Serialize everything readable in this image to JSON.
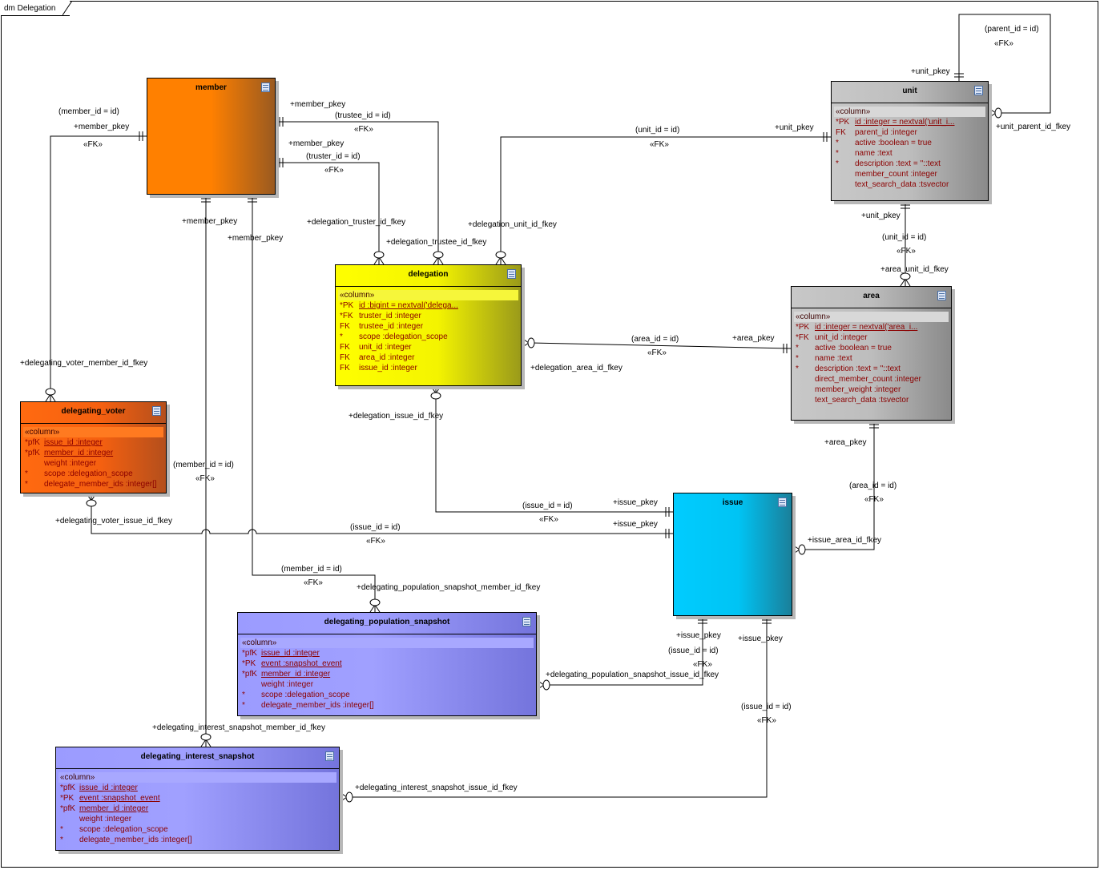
{
  "diagram": {
    "title": "dm Delegation",
    "stereotype_label": "«column»"
  },
  "colors": {
    "member": "#ff8000",
    "delegation": "#ffff00",
    "unit_area": "#c0c0c0",
    "delegating_voter": "#ff6a10",
    "issue": "#00ccff",
    "snapshot": "#9a9aff",
    "column_text": "#8b0000"
  },
  "entities": {
    "member": {
      "name": "member",
      "columns": []
    },
    "unit": {
      "name": "unit",
      "columns": [
        {
          "key": "*PK",
          "text": "id  :integer = nextval('unit_i...",
          "underline": true
        },
        {
          "key": " FK",
          "text": "parent_id  :integer",
          "underline": false
        },
        {
          "key": "*",
          "text": "active  :boolean = true",
          "underline": false
        },
        {
          "key": "*",
          "text": "name  :text",
          "underline": false
        },
        {
          "key": "*",
          "text": "description  :text = ''::text",
          "underline": false
        },
        {
          "key": "",
          "text": "member_count  :integer",
          "underline": false
        },
        {
          "key": "",
          "text": "text_search_data  :tsvector",
          "underline": false
        }
      ]
    },
    "delegation": {
      "name": "delegation",
      "columns": [
        {
          "key": "*PK",
          "text": "id  :bigint = nextval('delega...",
          "underline": true
        },
        {
          "key": "*FK",
          "text": "truster_id  :integer",
          "underline": false
        },
        {
          "key": " FK",
          "text": "trustee_id  :integer",
          "underline": false
        },
        {
          "key": "*",
          "text": "scope  :delegation_scope",
          "underline": false
        },
        {
          "key": " FK",
          "text": "unit_id  :integer",
          "underline": false
        },
        {
          "key": " FK",
          "text": "area_id  :integer",
          "underline": false
        },
        {
          "key": " FK",
          "text": "issue_id  :integer",
          "underline": false
        }
      ]
    },
    "area": {
      "name": "area",
      "columns": [
        {
          "key": "*PK",
          "text": "id  :integer = nextval('area_i...",
          "underline": true
        },
        {
          "key": "*FK",
          "text": "unit_id  :integer",
          "underline": false
        },
        {
          "key": "*",
          "text": "active  :boolean = true",
          "underline": false
        },
        {
          "key": "*",
          "text": "name  :text",
          "underline": false
        },
        {
          "key": "*",
          "text": "description  :text = ''::text",
          "underline": false
        },
        {
          "key": "",
          "text": "direct_member_count  :integer",
          "underline": false
        },
        {
          "key": "",
          "text": "member_weight  :integer",
          "underline": false
        },
        {
          "key": "",
          "text": "text_search_data  :tsvector",
          "underline": false
        }
      ]
    },
    "delegating_voter": {
      "name": "delegating_voter",
      "columns": [
        {
          "key": "*pfK",
          "text": "issue_id  :integer",
          "underline": true
        },
        {
          "key": "*pfK",
          "text": "member_id  :integer",
          "underline": true
        },
        {
          "key": "",
          "text": "weight  :integer",
          "underline": false
        },
        {
          "key": "*",
          "text": "scope  :delegation_scope",
          "underline": false
        },
        {
          "key": "*",
          "text": "delegate_member_ids  :integer[]",
          "underline": false
        }
      ]
    },
    "issue": {
      "name": "issue",
      "columns": []
    },
    "delegating_population_snapshot": {
      "name": "delegating_population_snapshot",
      "columns": [
        {
          "key": "*pfK",
          "text": "issue_id  :integer",
          "underline": true
        },
        {
          "key": "*PK",
          "text": "event  :snapshot_event",
          "underline": true
        },
        {
          "key": "*pfK",
          "text": "member_id  :integer",
          "underline": true
        },
        {
          "key": "",
          "text": "weight  :integer",
          "underline": false
        },
        {
          "key": "*",
          "text": "scope  :delegation_scope",
          "underline": false
        },
        {
          "key": "*",
          "text": "delegate_member_ids  :integer[]",
          "underline": false
        }
      ]
    },
    "delegating_interest_snapshot": {
      "name": "delegating_interest_snapshot",
      "columns": [
        {
          "key": "*pfK",
          "text": "issue_id  :integer",
          "underline": true
        },
        {
          "key": "*PK",
          "text": "event  :snapshot_event",
          "underline": true
        },
        {
          "key": "*pfK",
          "text": "member_id  :integer",
          "underline": true
        },
        {
          "key": "",
          "text": "weight  :integer",
          "underline": false
        },
        {
          "key": "*",
          "text": "scope  :delegation_scope",
          "underline": false
        },
        {
          "key": "*",
          "text": "delegate_member_ids  :integer[]",
          "underline": false
        }
      ]
    }
  },
  "labels": {
    "fk": "«FK»",
    "unit_self_cond": "(parent_id = id)",
    "unit_self_pkey": "+unit_pkey",
    "unit_self_fkey": "+unit_parent_id_fkey",
    "trustee_pkey": "+member_pkey",
    "trustee_cond": "(trustee_id = id)",
    "trustee_fkey": "+delegation_trustee_id_fkey",
    "truster_pkey": "+member_pkey",
    "truster_cond": "(truster_id = id)",
    "truster_fkey": "+delegation_truster_id_fkey",
    "dv_member_cond": "(member_id = id)",
    "dv_member_pkey": "+member_pkey",
    "dv_member_fkey": "+delegating_voter_member_id_fkey",
    "dunit_cond": "(unit_id = id)",
    "dunit_pkey": "+unit_pkey",
    "dunit_fkey": "+delegation_unit_id_fkey",
    "area_unit_pkey": "+unit_pkey",
    "area_unit_cond": "(unit_id = id)",
    "area_unit_fkey": "+area_unit_id_fkey",
    "darea_cond": "(area_id = id)",
    "darea_pkey": "+area_pkey",
    "darea_fkey": "+delegation_area_id_fkey",
    "dissue_fkey": "+delegation_issue_id_fkey",
    "dissue_cond": "(issue_id = id)",
    "dissue_pkey": "+issue_pkey",
    "dvissue_fkey": "+delegating_voter_issue_id_fkey",
    "dvissue_cond": "(issue_id = id)",
    "dvissue_pkey": "+issue_pkey",
    "issue_area_pkey": "+area_pkey",
    "issue_area_cond": "(area_id = id)",
    "issue_area_fkey": "+issue_area_id_fkey",
    "dis_member_pkey": "+member_pkey",
    "dis_member_cond": "(member_id = id)",
    "dis_member_fkey": "+delegating_interest_snapshot_member_id_fkey",
    "dps_member_pkey": "+member_pkey",
    "dps_member_cond": "(member_id = id)",
    "dps_member_fkey": "+delegating_population_snapshot_member_id_fkey",
    "dps_issue_pkey": "+issue_pkey",
    "dps_issue_cond": "(issue_id = id)",
    "dps_issue_fkey": "+delegating_population_snapshot_issue_id_fkey",
    "dis_issue_pkey": "+issue_pkey",
    "dis_issue_cond": "(issue_id = id)",
    "dis_issue_fkey": "+delegating_interest_snapshot_issue_id_fkey"
  }
}
